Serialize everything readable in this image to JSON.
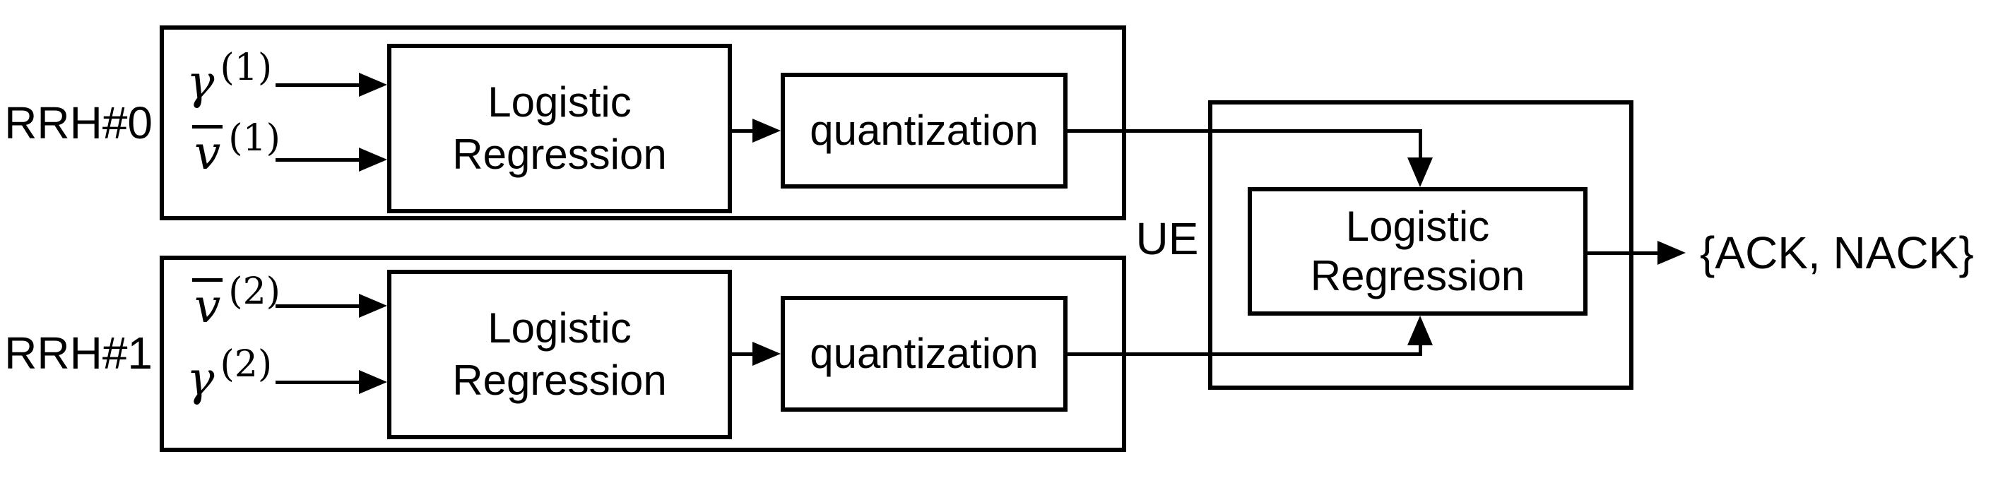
{
  "colors": {
    "stroke": "#000000",
    "background": "#ffffff",
    "text": "#000000"
  },
  "diagram": {
    "rrh0": {
      "label": "RRH#0",
      "inputs": [
        {
          "base": "γ",
          "sup": "(1)"
        },
        {
          "base": "v",
          "sup": "(1)"
        }
      ],
      "lr": {
        "line1": "Logistic",
        "line2": "Regression"
      },
      "quant": {
        "label": "quantization"
      }
    },
    "rrh1": {
      "label": "RRH#1",
      "inputs": [
        {
          "base": "v",
          "sup": "(2)"
        },
        {
          "base": "γ",
          "sup": "(2)"
        }
      ],
      "lr": {
        "line1": "Logistic",
        "line2": "Regression"
      },
      "quant": {
        "label": "quantization"
      }
    },
    "ue": {
      "label": "UE",
      "lr": {
        "line1": "Logistic",
        "line2": "Regression"
      }
    },
    "output": {
      "label": "{ACK, NACK}"
    }
  }
}
